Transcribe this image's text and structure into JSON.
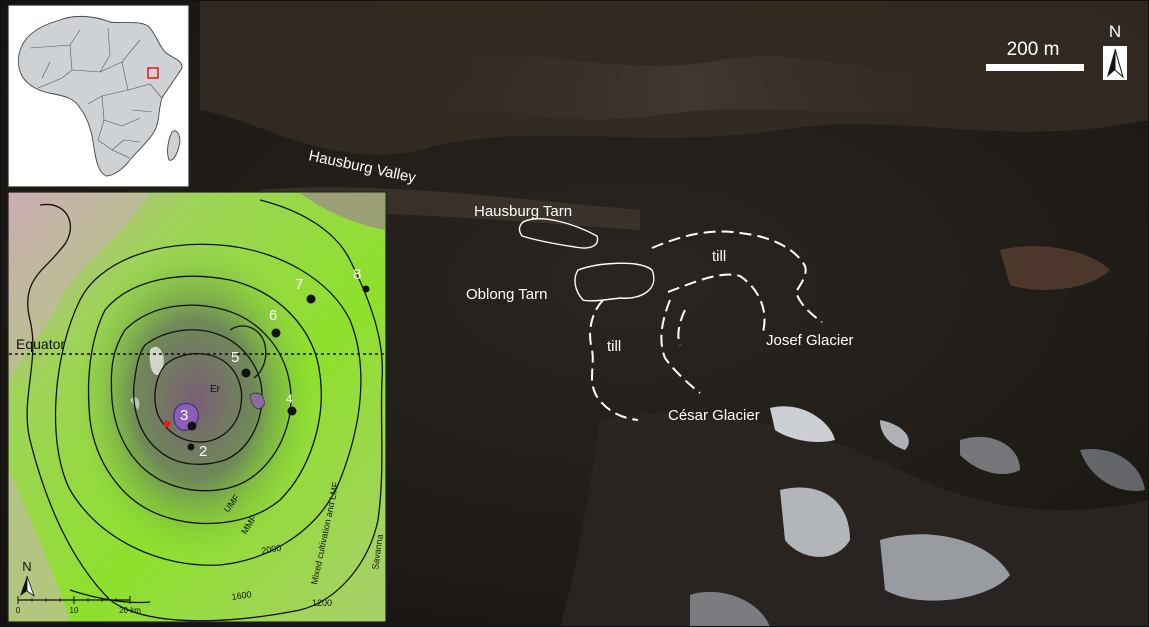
{
  "main_map": {
    "labels": {
      "hausburg_valley": "Hausburg Valley",
      "hausburg_tarn": "Hausburg Tarn",
      "oblong_tarn": "Oblong Tarn",
      "till_upper": "till",
      "till_lower": "till",
      "josef_glacier": "Josef Glacier",
      "cesar_glacier": "César Glacier"
    },
    "scale_bar": {
      "label": "200 m"
    },
    "north_arrow": {
      "label": "N"
    }
  },
  "africa_inset": {
    "locator_color": "#e8211d"
  },
  "regional_inset": {
    "equator_label": "Equator",
    "sites": [
      "2",
      "3",
      "4",
      "5",
      "6",
      "7",
      "8"
    ],
    "summit_label": "Er",
    "zone_labels": {
      "umf": "UMF",
      "mmf": "MMF",
      "mixed": "Mixed cultivation and LMF",
      "savanna": "Savanna"
    },
    "contour_labels": [
      "2000",
      "1600",
      "1200"
    ],
    "scale_ticks": [
      "0",
      "10",
      "20 km"
    ],
    "north_label": "N",
    "summit_marker_color": "#e8211d"
  },
  "colors": {
    "outline_white": "#ffffff",
    "background": "#1a1714",
    "vegetation": "#8ed82e",
    "locator_red": "#e8211d"
  }
}
